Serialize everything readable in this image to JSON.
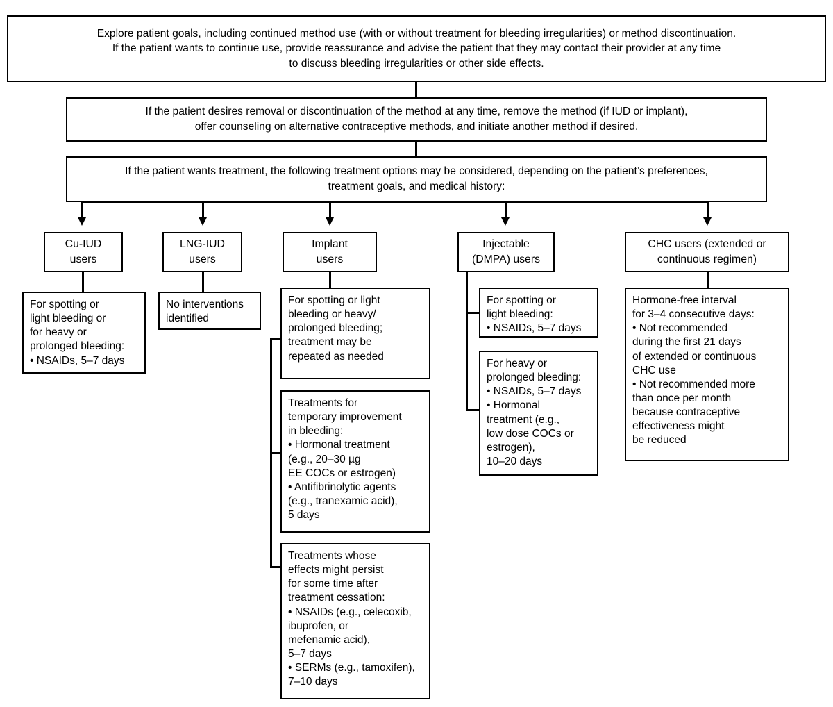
{
  "chart_data": {
    "type": "diagram",
    "title": "Management of bleeding irregularities flowchart",
    "nodes": [
      {
        "id": "explore",
        "text": "Explore patient goals, including continued method use (with or without treatment for bleeding irregularities) or method discontinuation.\nIf the patient wants to continue use, provide reassurance and advise the patient that they may contact their provider at any time\nto discuss bleeding irregularities or other side effects."
      },
      {
        "id": "removal",
        "text": "If the patient desires removal or discontinuation of the method at any time, remove the method (if IUD or implant),\noffer counseling on alternative contraceptive methods, and initiate another method if desired."
      },
      {
        "id": "treatment",
        "text": "If the patient wants treatment, the following treatment options may be considered, depending on the patient’s preferences,\ntreatment goals, and medical history:"
      }
    ],
    "columns": [
      {
        "id": "cu-iud",
        "header": "Cu-IUD\nusers",
        "boxes": [
          "For spotting or\nlight bleeding or\nfor heavy or\nprolonged bleeding:\n• NSAIDs, 5–7 days"
        ]
      },
      {
        "id": "lng-iud",
        "header": "LNG-IUD\nusers",
        "boxes": [
          "No interventions\nidentified"
        ]
      },
      {
        "id": "implant",
        "header": "Implant\nusers",
        "boxes": [
          "For spotting or light\nbleeding or heavy/\nprolonged bleeding;\ntreatment may be\nrepeated as needed",
          "Treatments for\ntemporary improvement\nin bleeding:\n• Hormonal treatment\n   (e.g., 20–30 µg\n   EE COCs or estrogen)\n• Antifibrinolytic agents\n   (e.g., tranexamic acid),\n   5 days",
          "Treatments whose\neffects might persist\nfor some time after\ntreatment cessation:\n• NSAIDs (e.g., celecoxib,\n   ibuprofen, or\n   mefenamic acid),\n   5–7 days\n• SERMs (e.g., tamoxifen),\n   7–10 days"
        ]
      },
      {
        "id": "injectable",
        "header": "Injectable\n(DMPA) users",
        "boxes": [
          "For spotting or\nlight bleeding:\n• NSAIDs, 5–7 days",
          "For heavy or\nprolonged bleeding:\n• NSAIDs, 5–7 days\n• Hormonal\n   treatment (e.g.,\n   low dose COCs or\n   estrogen),\n   10–20 days"
        ]
      },
      {
        "id": "chc",
        "header": "CHC users (extended or\ncontinuous regimen)",
        "boxes": [
          "Hormone-free interval\nfor 3–4 consecutive days:\n• Not recommended\n   during the first 21 days\n   of extended or continuous\n   CHC use\n• Not recommended more\n   than once per month\n   because contraceptive\n   effectiveness might\n   be reduced"
        ]
      }
    ],
    "colors": {
      "stroke": "#000000",
      "fill": "#ffffff",
      "text": "#000000"
    }
  },
  "flow": {
    "top": {
      "explore": "Explore patient goals, including continued method use (with or without treatment for bleeding irregularities) or method discontinuation.\nIf the patient wants to continue use, provide reassurance and advise the patient that they may contact their provider at any time\nto discuss bleeding irregularities or other side effects.",
      "removal": "If the patient desires removal or discontinuation of the method at any time, remove the method (if IUD or implant),\noffer counseling on alternative contraceptive methods, and initiate another method if desired.",
      "treatment": "If the patient wants treatment, the following treatment options may be considered, depending on the patient’s preferences,\ntreatment goals, and medical history:"
    },
    "headers": {
      "cu_iud": "Cu-IUD\nusers",
      "lng_iud": "LNG-IUD\nusers",
      "implant": "Implant\nusers",
      "injectable": "Injectable\n(DMPA) users",
      "chc": "CHC users (extended or\ncontinuous regimen)"
    },
    "cu_iud": {
      "b1": "For spotting or\nlight bleeding or\nfor heavy or\nprolonged bleeding:\n• NSAIDs, 5–7 days"
    },
    "lng_iud": {
      "b1": "No interventions\nidentified"
    },
    "implant": {
      "b1": "For spotting or light\nbleeding or heavy/\nprolonged bleeding;\ntreatment may be\nrepeated as needed",
      "b2": "Treatments for\ntemporary improvement\nin bleeding:\n• Hormonal treatment\n   (e.g., 20–30 µg\n   EE COCs or estrogen)\n• Antifibrinolytic agents\n   (e.g., tranexamic acid),\n   5 days",
      "b3": "Treatments whose\neffects might persist\nfor some time after\ntreatment cessation:\n• NSAIDs (e.g., celecoxib,\n   ibuprofen, or\n   mefenamic acid),\n   5–7 days\n• SERMs (e.g., tamoxifen),\n   7–10 days"
    },
    "injectable": {
      "b1": "For spotting or\nlight bleeding:\n• NSAIDs, 5–7 days",
      "b2": "For heavy or\nprolonged bleeding:\n• NSAIDs, 5–7 days\n• Hormonal\n   treatment (e.g.,\n   low dose COCs or\n   estrogen),\n   10–20 days"
    },
    "chc": {
      "b1": "Hormone-free interval\nfor 3–4 consecutive days:\n• Not recommended\n   during the first 21 days\n   of extended or continuous\n   CHC use\n• Not recommended more\n   than once per month\n   because contraceptive\n   effectiveness might\n   be reduced"
    }
  }
}
